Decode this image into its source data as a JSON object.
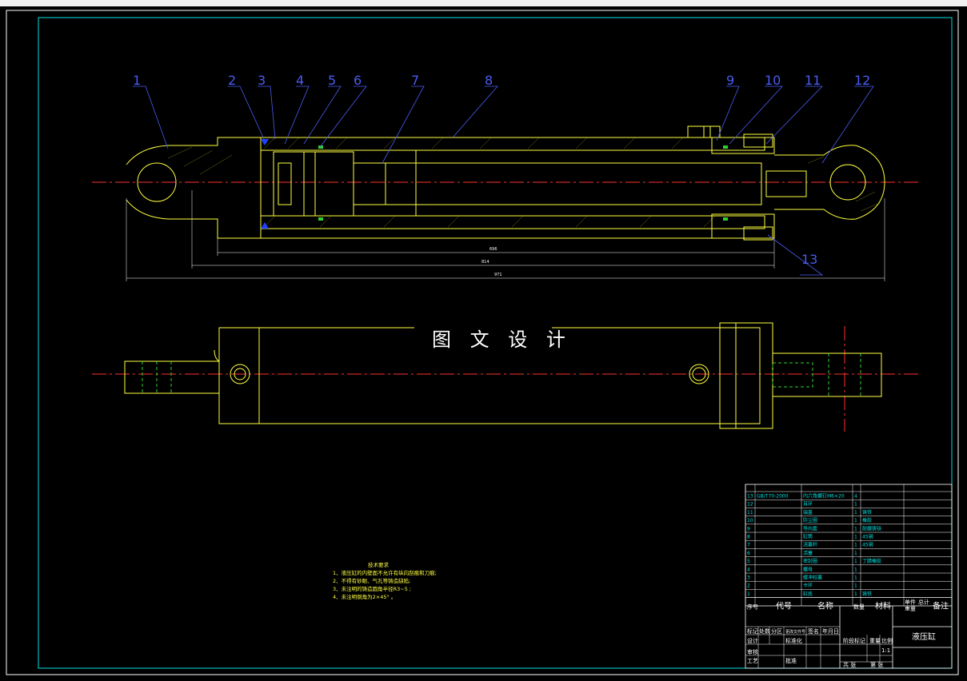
{
  "part_labels": [
    "1",
    "2",
    "3",
    "4",
    "5",
    "6",
    "7",
    "8",
    "9",
    "10",
    "11",
    "12",
    "13"
  ],
  "watermark": "图 文 设 计",
  "notes": {
    "title": "技术要求",
    "lines": [
      "1、液压缸的内壁面不允许有纵向刮痕和刀痕;",
      "2、不得有砂眼、气孔等铸造缺陷;",
      "3、未注明的铸造圆角半径R3~5 ;",
      "4、未注明倒角为2×45° 。"
    ]
  },
  "bom": {
    "rows": [
      {
        "no": "13",
        "code": "GB/T70-2000",
        "name": "内六角螺钉M6×20",
        "qty": "4",
        "material": "",
        "remark": ""
      },
      {
        "no": "12",
        "code": "",
        "name": "耳环",
        "qty": "1",
        "material": "",
        "remark": ""
      },
      {
        "no": "11",
        "code": "",
        "name": "端盖",
        "qty": "1",
        "material": "铸铁",
        "remark": ""
      },
      {
        "no": "10",
        "code": "",
        "name": "防尘圈",
        "qty": "1",
        "material": "橡胶",
        "remark": ""
      },
      {
        "no": "9",
        "code": "",
        "name": "导向套",
        "qty": "1",
        "material": "耐磨铸铁",
        "remark": ""
      },
      {
        "no": "8",
        "code": "",
        "name": "缸筒",
        "qty": "1",
        "material": "45钢",
        "remark": ""
      },
      {
        "no": "7",
        "code": "",
        "name": "活塞杆",
        "qty": "1",
        "material": "45钢",
        "remark": ""
      },
      {
        "no": "6",
        "code": "",
        "name": "活塞",
        "qty": "1",
        "material": "",
        "remark": ""
      },
      {
        "no": "5",
        "code": "",
        "name": "密封圈",
        "qty": "1",
        "material": "丁腈橡胶",
        "remark": ""
      },
      {
        "no": "4",
        "code": "",
        "name": "螺母",
        "qty": "1",
        "material": "",
        "remark": ""
      },
      {
        "no": "3",
        "code": "",
        "name": "缓冲柱塞",
        "qty": "1",
        "material": "",
        "remark": ""
      },
      {
        "no": "2",
        "code": "",
        "name": "卡环",
        "qty": "1",
        "material": "",
        "remark": ""
      },
      {
        "no": "1",
        "code": "",
        "name": "缸底",
        "qty": "1",
        "material": "铸铁",
        "remark": ""
      }
    ],
    "header": {
      "no": "序号",
      "code": "代号",
      "name": "名称",
      "qty": "数量",
      "material": "材料",
      "single": "单件",
      "total": "总计",
      "weight": "重量",
      "remark": "备注"
    }
  },
  "title_block": {
    "drawing_name": "液压缸",
    "marks": [
      "标记",
      "处数",
      "分区",
      "更改文件号",
      "签名",
      "年月日"
    ],
    "design": "设计",
    "standardize": "标准化",
    "stage": "阶段标记",
    "weight": "重量",
    "scale": "比例",
    "scale_value": "1:1",
    "review": "审核",
    "process": "工艺",
    "approve": "批准",
    "sheets": "共 张",
    "sheet": "第 张"
  },
  "dims": {
    "overall": "971",
    "mid": "814",
    "inner": "696"
  }
}
